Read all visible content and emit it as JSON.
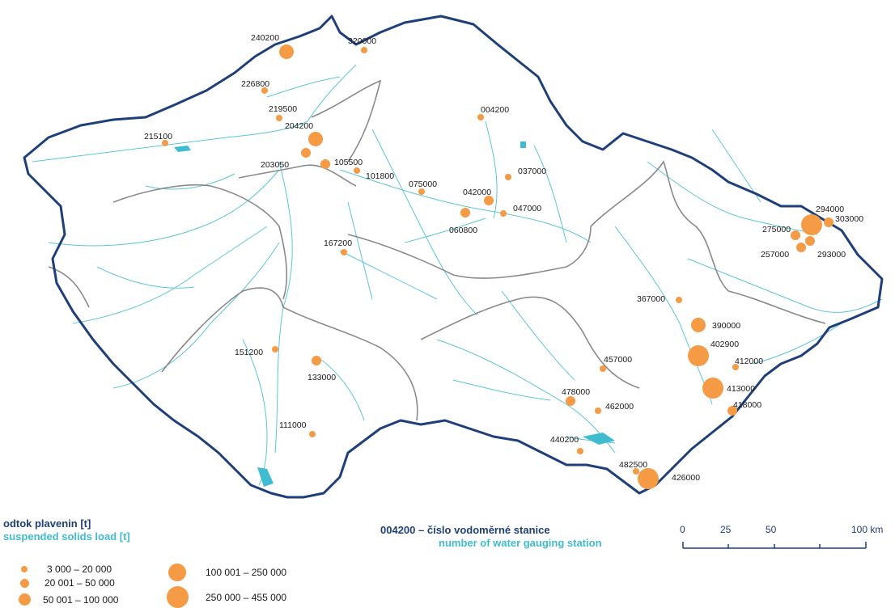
{
  "colors": {
    "border": "#1f3f7a",
    "region_border": "#8a8a8a",
    "river": "#3fbcd0",
    "station": "#f59a45",
    "label": "#1a1a1a"
  },
  "legend": {
    "title_cz": "odtok plavenin [t]",
    "title_en": "suspended solids load [t]",
    "classes": [
      {
        "range": "3 000 – 20 000",
        "size": 1
      },
      {
        "range": "20 001 – 50 000",
        "size": 2
      },
      {
        "range": "50 001 – 100 000",
        "size": 3
      },
      {
        "range": "100 001 – 250 000",
        "size": 4
      },
      {
        "range": "250 000 – 455 000",
        "size": 5
      }
    ],
    "station_example": "004200",
    "station_desc_cz": "– číslo vodoměrné stanice",
    "station_desc_en": "number of water gauging station"
  },
  "scale": {
    "ticks": [
      "0",
      "25",
      "50",
      "100 km"
    ]
  },
  "stations": [
    {
      "id": "240200",
      "size": 3
    },
    {
      "id": "320000",
      "size": 1
    },
    {
      "id": "226800",
      "size": 1
    },
    {
      "id": "219500",
      "size": 1
    },
    {
      "id": "204200",
      "size": 3
    },
    {
      "id": "215100",
      "size": 1
    },
    {
      "id": "203050",
      "size": 2
    },
    {
      "id": "105500",
      "size": 2
    },
    {
      "id": "101800",
      "size": 1
    },
    {
      "id": "004200",
      "size": 1
    },
    {
      "id": "037000",
      "size": 1
    },
    {
      "id": "075000",
      "size": 1
    },
    {
      "id": "042000",
      "size": 2
    },
    {
      "id": "047000",
      "size": 1
    },
    {
      "id": "060800",
      "size": 2
    },
    {
      "id": "167200",
      "size": 1
    },
    {
      "id": "294000",
      "size": 4
    },
    {
      "id": "303000",
      "size": 2
    },
    {
      "id": "275000",
      "size": 2
    },
    {
      "id": "257000",
      "size": 2
    },
    {
      "id": "293000",
      "size": 2
    },
    {
      "id": "367000",
      "size": 1
    },
    {
      "id": "390000",
      "size": 3
    },
    {
      "id": "402900",
      "size": 4
    },
    {
      "id": "412000",
      "size": 1
    },
    {
      "id": "413000",
      "size": 4
    },
    {
      "id": "418000",
      "size": 2
    },
    {
      "id": "457000",
      "size": 1
    },
    {
      "id": "478000",
      "size": 2
    },
    {
      "id": "462000",
      "size": 1
    },
    {
      "id": "440200",
      "size": 1
    },
    {
      "id": "482500",
      "size": 1
    },
    {
      "id": "426000",
      "size": 4
    },
    {
      "id": "151200",
      "size": 1
    },
    {
      "id": "133000",
      "size": 2
    },
    {
      "id": "111000",
      "size": 1
    }
  ]
}
